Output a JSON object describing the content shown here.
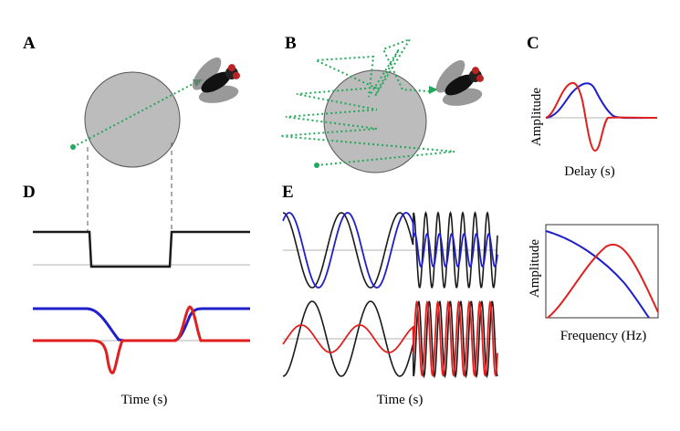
{
  "panels": {
    "a": "A",
    "b": "B",
    "c": "C",
    "d": "D",
    "e": "E"
  },
  "labels": {
    "amplitude_top": "Amplitude",
    "delay": "Delay (s)",
    "amplitude_bottom": "Amplitude",
    "frequency": "Frequency (Hz)",
    "time_d": "Time (s)",
    "time_e": "Time (s)"
  },
  "colors": {
    "blue": "#1f1fcc",
    "red": "#e01f1f",
    "green": "#22a85a",
    "disc": "#bcbcbc",
    "trace": "#1a1a1a",
    "baseline": "#b5b5b5"
  },
  "icons": {
    "fly": "fly-icon",
    "disc": "circle-target"
  }
}
